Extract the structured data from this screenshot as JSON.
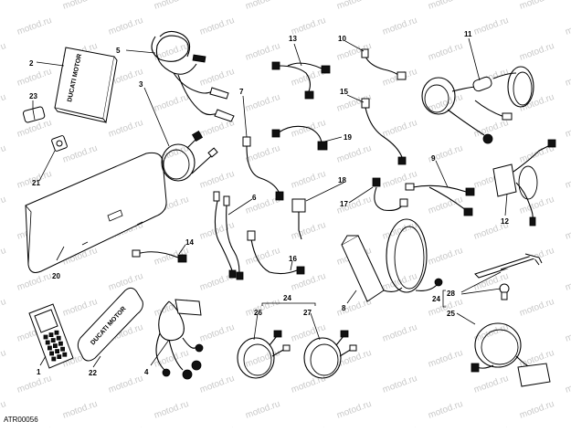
{
  "figure": {
    "code": "ATR00056",
    "watermark": "motod.ru",
    "brand": "DUCATI MOTOR"
  },
  "callouts": [
    {
      "id": "1",
      "label": "1"
    },
    {
      "id": "2",
      "label": "2"
    },
    {
      "id": "3",
      "label": "3"
    },
    {
      "id": "4",
      "label": "4"
    },
    {
      "id": "5",
      "label": "5"
    },
    {
      "id": "6",
      "label": "6"
    },
    {
      "id": "7",
      "label": "7"
    },
    {
      "id": "8",
      "label": "8"
    },
    {
      "id": "9",
      "label": "9"
    },
    {
      "id": "10",
      "label": "10"
    },
    {
      "id": "11",
      "label": "11"
    },
    {
      "id": "12",
      "label": "12"
    },
    {
      "id": "13",
      "label": "13"
    },
    {
      "id": "14",
      "label": "14"
    },
    {
      "id": "15",
      "label": "15"
    },
    {
      "id": "16",
      "label": "16"
    },
    {
      "id": "17",
      "label": "17"
    },
    {
      "id": "18",
      "label": "18"
    },
    {
      "id": "19",
      "label": "19"
    },
    {
      "id": "20",
      "label": "20"
    },
    {
      "id": "21",
      "label": "21"
    },
    {
      "id": "22",
      "label": "22"
    },
    {
      "id": "23",
      "label": "23"
    },
    {
      "id": "24a",
      "label": "24"
    },
    {
      "id": "24b",
      "label": "24"
    },
    {
      "id": "25",
      "label": "25"
    },
    {
      "id": "26",
      "label": "26"
    },
    {
      "id": "27",
      "label": "27"
    },
    {
      "id": "28",
      "label": "28"
    }
  ]
}
